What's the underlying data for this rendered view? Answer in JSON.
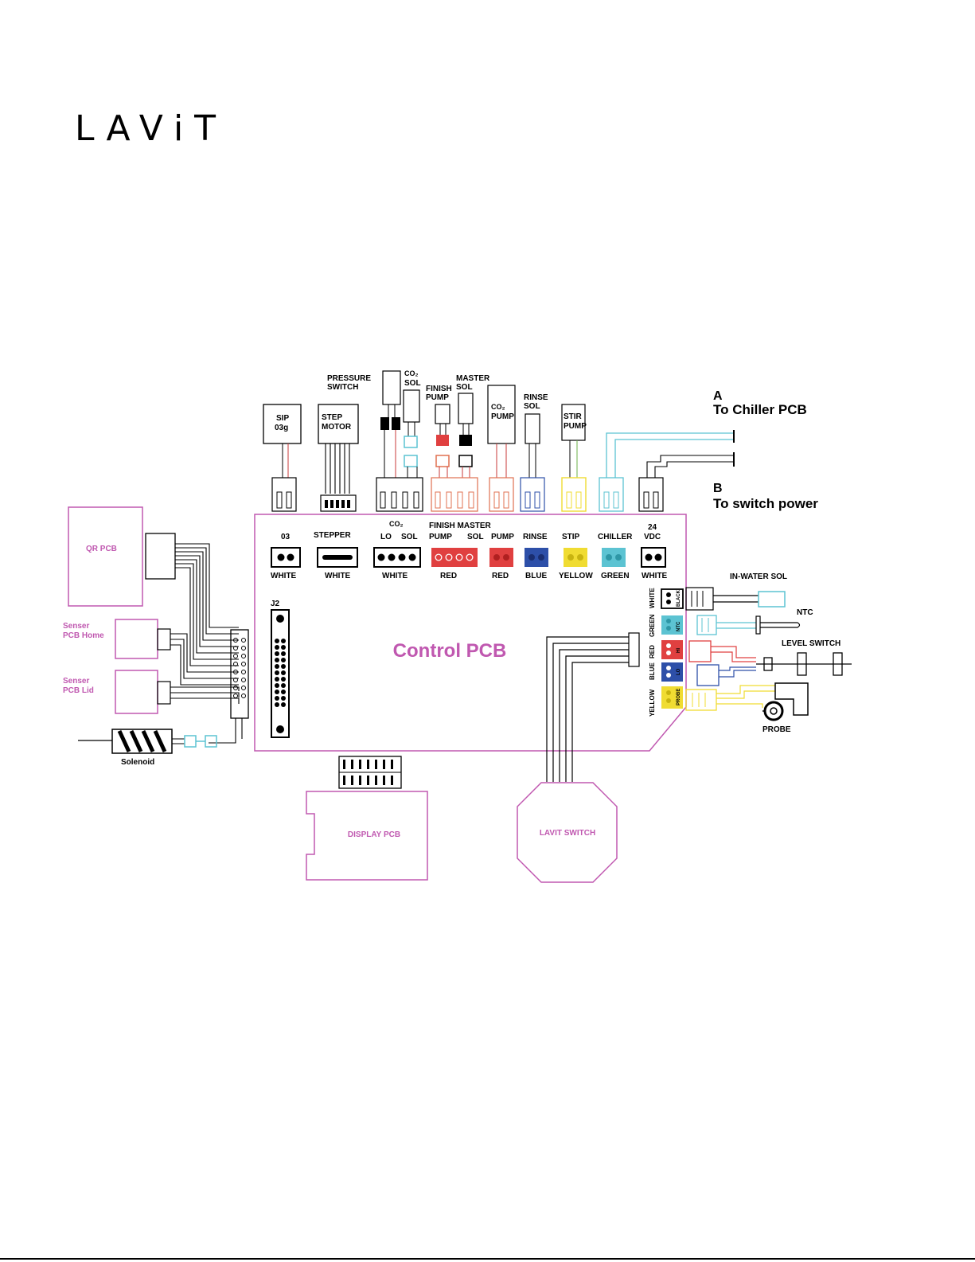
{
  "brand": {
    "logo": "LAViT"
  },
  "colors": {
    "pcb": "#c058b0",
    "red": "#e04040",
    "blue": "#2d4fa8",
    "yellow": "#f0dc32",
    "green": "#5cc3d2",
    "white": "#000000"
  },
  "labels": {
    "control_pcb": "Control PCB",
    "qr_pcb": "QR PCB",
    "senser_home": [
      "Senser",
      "PCB Home"
    ],
    "senser_lid": [
      "Senser",
      "PCB Lid"
    ],
    "solenoid": "Solenoid",
    "display_pcb": "DISPLAY PCB",
    "lavit_switch": "LAVIT SWITCH",
    "j2": "J2",
    "a_letter": "A",
    "a_text": "To Chiller PCB",
    "b_letter": "B",
    "b_text": "To switch power",
    "in_water_sol": "IN-WATER SOL",
    "ntc": "NTC",
    "level_switch": "LEVEL SWITCH",
    "probe": "PROBE"
  },
  "devices": {
    "sip": [
      "SIP",
      "03g"
    ],
    "step_motor": [
      "STEP",
      "MOTOR"
    ],
    "pressure_switch": [
      "PRESSURE",
      "SWITCH"
    ],
    "co2_sol": [
      "CO₂",
      "SOL"
    ],
    "finish_pump": [
      "FINISH",
      "PUMP"
    ],
    "master_sol": [
      "MASTER",
      "SOL"
    ],
    "co2_pump": [
      "CO₂",
      "PUMP"
    ],
    "rinse_sol": [
      "RINSE",
      "SOL"
    ],
    "stir_pump": [
      "STIR",
      "PUMP"
    ]
  },
  "connectors": {
    "top_line": [
      "CO₂",
      "FINISH MASTER",
      "24"
    ],
    "names": [
      "03",
      "STEPPER",
      "LO",
      "SOL",
      "PUMP",
      "SOL",
      "PUMP",
      "RINSE",
      "STIP",
      "CHILLER",
      "VDC"
    ],
    "colors": [
      "WHITE",
      "WHITE",
      "WHITE",
      "RED",
      "RED",
      "BLUE",
      "YELLOW",
      "GREEN",
      "WHITE"
    ]
  },
  "side_connectors": {
    "colors": [
      "WHITE",
      "GREEN",
      "RED",
      "BLUE",
      "YELLOW"
    ],
    "tags": [
      "BLACK",
      "NTC",
      "HI",
      "LO",
      "PROBE"
    ]
  }
}
